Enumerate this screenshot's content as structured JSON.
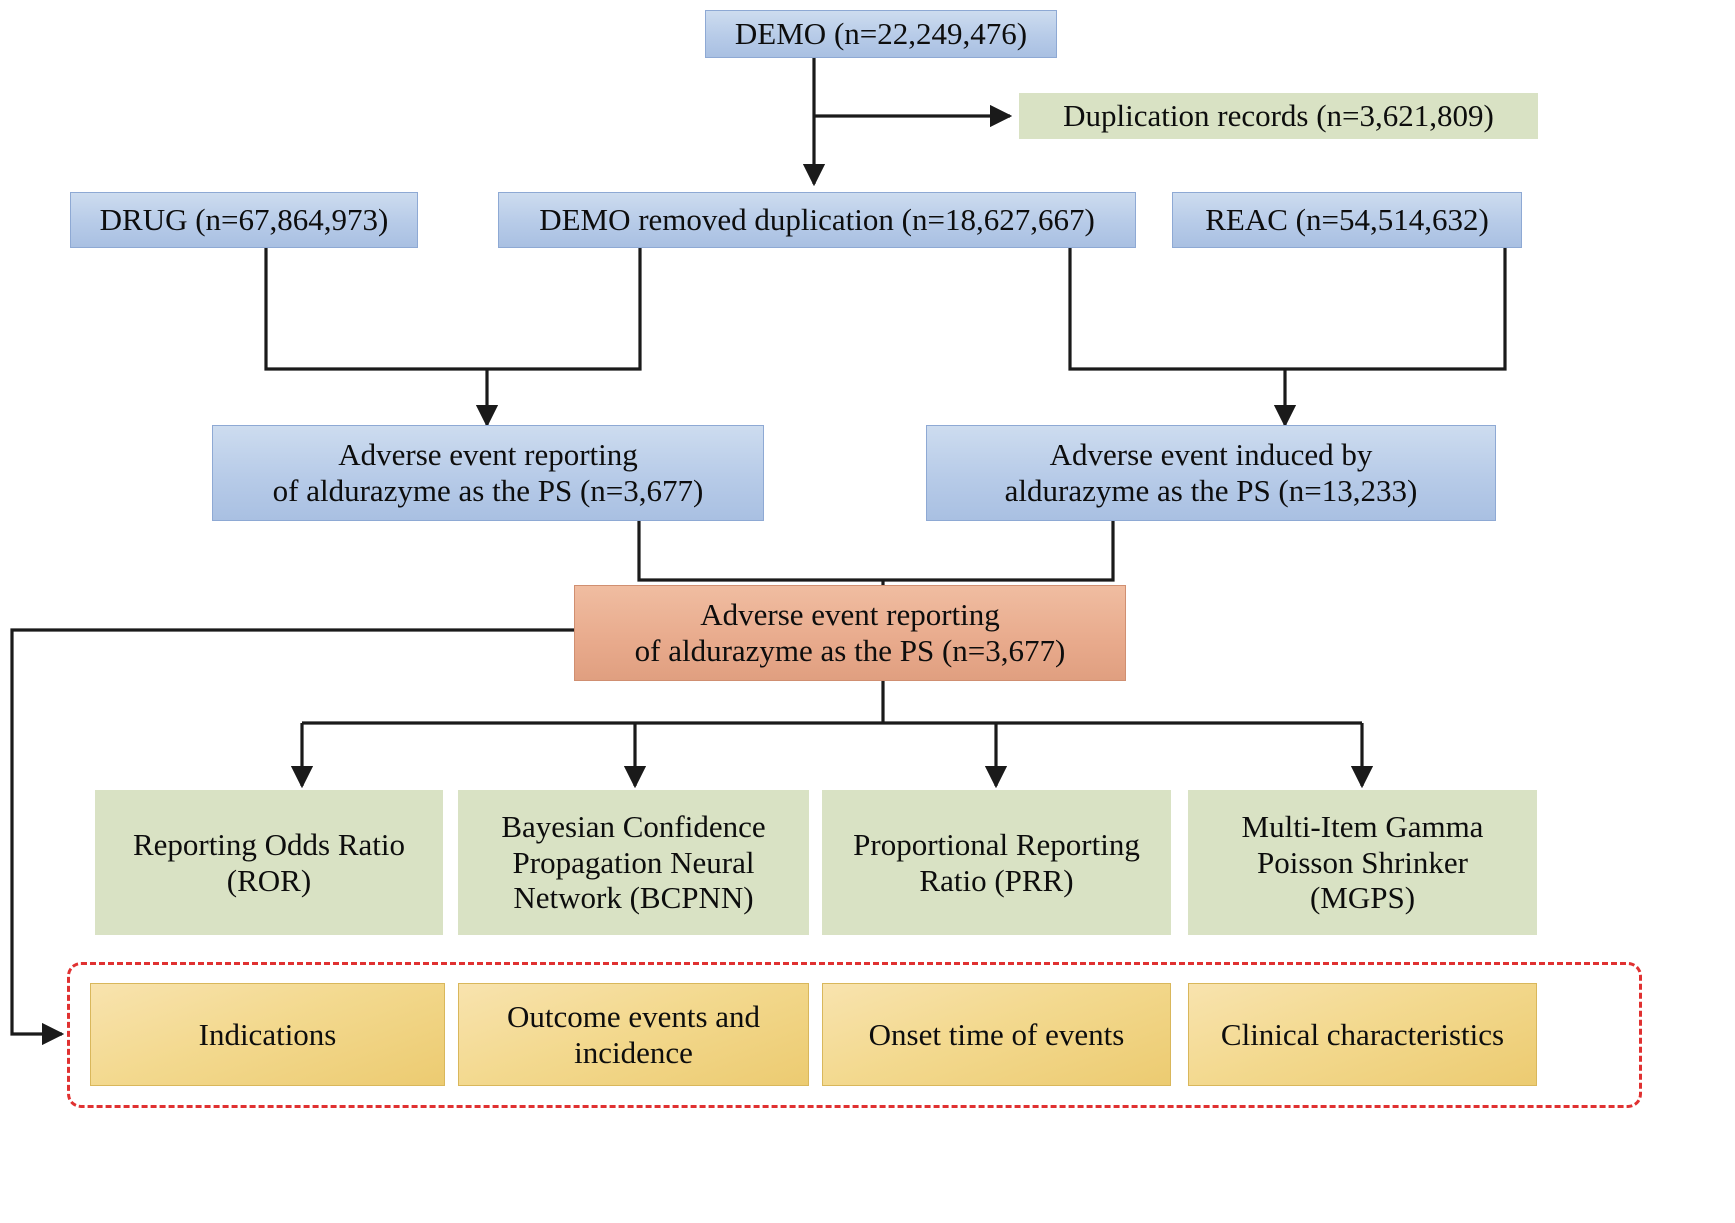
{
  "diagram": {
    "title": "FAERS adverse-event data processing flowchart for aldurazyme",
    "colors": {
      "blue_fill": "#b7cbe8",
      "blue_border": "#8ea9d4",
      "green_fill": "#d9e2c4",
      "orange_fill": "#e8aa8c",
      "yellow_fill": "#f3d98f",
      "dashed_border": "#e03131",
      "connector": "#1a1a1a",
      "text": "#0d0d0d"
    },
    "nodes": {
      "demo": "DEMO (n=22,249,476)",
      "duplication_records": "Duplication records (n=3,621,809)",
      "drug": "DRUG (n=67,864,973)",
      "demo_removed_duplication": "DEMO removed duplication (n=18,627,667)",
      "reac": "REAC (n=54,514,632)",
      "ae_reporting_left": "Adverse event reporting\nof aldurazyme as the PS (n=3,677)",
      "ae_induced_right": "Adverse event induced by\naldurazyme as the PS (n=13,233)",
      "ae_reporting_center": "Adverse event reporting\nof aldurazyme as the PS (n=3,677)",
      "ror": "Reporting Odds Ratio\n(ROR)",
      "bcpnn": "Bayesian Confidence\nPropagation Neural\nNetwork (BCPNN)",
      "prr": "Proportional Reporting\nRatio (PRR)",
      "mgps": "Multi-Item Gamma\nPoisson Shrinker\n(MGPS)",
      "indications": "Indications",
      "outcome_events": "Outcome events and\nincidence",
      "onset_time": "Onset time of events",
      "clinical_characteristics": "Clinical characteristics"
    }
  }
}
